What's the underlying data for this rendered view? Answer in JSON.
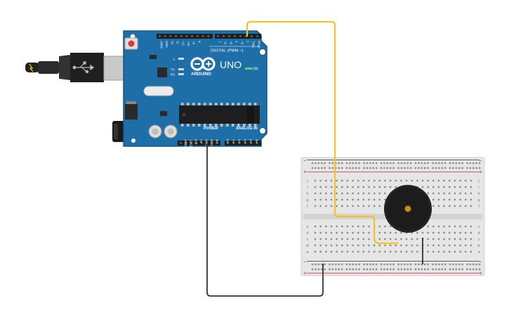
{
  "arduino": {
    "brand": "UNO",
    "logo_text": "ARDUINO",
    "on_label": "ON",
    "led_labels": [
      "L",
      "TX",
      "RX"
    ],
    "reset_label": "",
    "digital_header_label": "DIGITAL (PWM ~)",
    "digital_pins": [
      "AREF",
      "GND",
      "13",
      "12",
      "~11",
      "~10",
      "~9",
      "8",
      "7",
      "~6",
      "~5",
      "4",
      "~3",
      "2",
      "TX▸1",
      "RX◂0"
    ],
    "power_label": "POWER",
    "analog_label": "ANALOG IN",
    "power_pins": [
      "IOREF",
      "RESET",
      "3V3",
      "5V",
      "GND",
      "GND",
      "Vin"
    ],
    "analog_pins": [
      "A0",
      "A1",
      "A2",
      "A3",
      "A4",
      "A5"
    ]
  },
  "breadboard": {
    "row_letters_top": [
      "j",
      "i",
      "h",
      "g",
      "f"
    ],
    "row_letters_bottom": [
      "e",
      "d",
      "c",
      "b",
      "a"
    ],
    "plus_label": "+",
    "minus_label": "−"
  },
  "wires": {
    "signal_color": "#f2c42a",
    "ground_color": "#333333"
  },
  "colors": {
    "board": "#1e6fa8",
    "board_dark": "#17598a",
    "breadboard": "#e6e6e6",
    "rail_red": "#d9262c",
    "buzzer": "#1c1c1c",
    "buzzer_center": "#c98a20"
  }
}
